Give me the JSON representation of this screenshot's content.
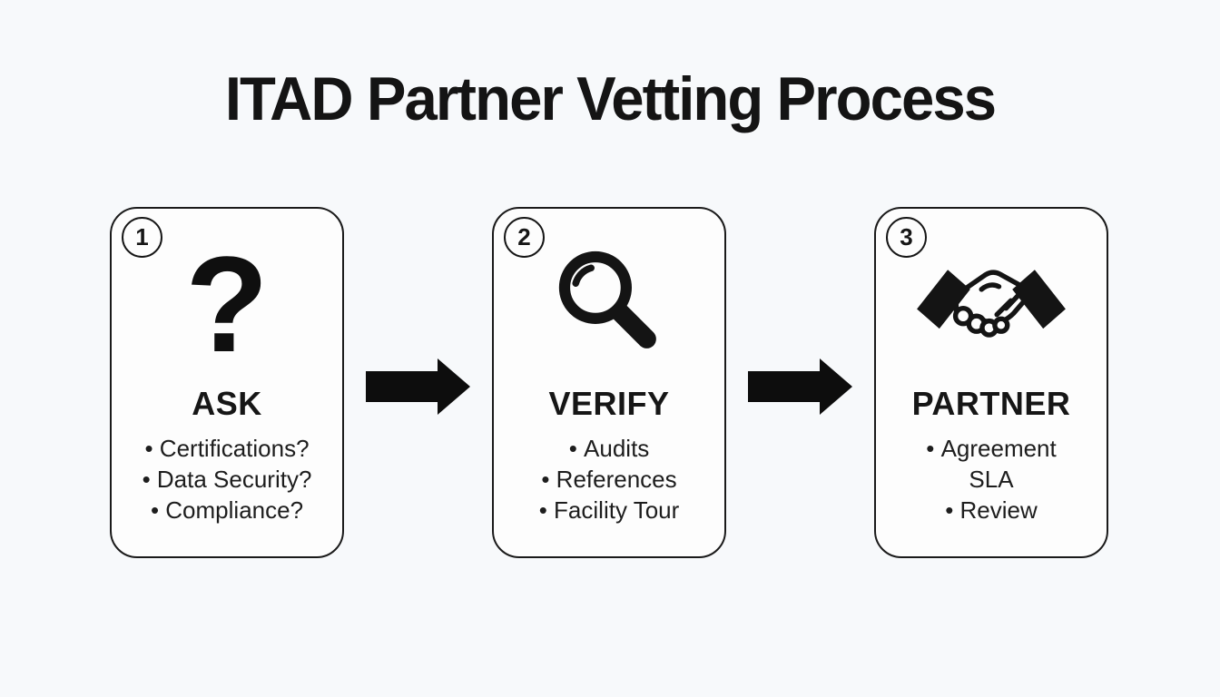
{
  "title": "ITAD Partner Vetting Process",
  "icons": {
    "question_mark": "?"
  },
  "steps": [
    {
      "number": "1",
      "icon": "question-mark-icon",
      "heading": "ASK",
      "items": [
        "Certifications?",
        "Data Security?",
        "Compliance?"
      ]
    },
    {
      "number": "2",
      "icon": "magnifier-icon",
      "heading": "VERIFY",
      "items": [
        "Audits",
        "References",
        "Facility Tour"
      ]
    },
    {
      "number": "3",
      "icon": "handshake-icon",
      "heading": "PARTNER",
      "items": [
        "Agreement SLA",
        "Review"
      ]
    }
  ],
  "colors": {
    "background": "#f7f9fb",
    "card_background": "#fdfdfd",
    "ink": "#161616"
  }
}
